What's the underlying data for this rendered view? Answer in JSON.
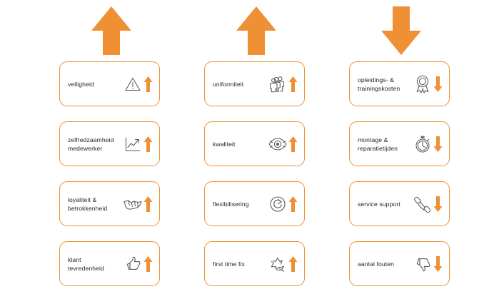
{
  "theme": {
    "accent": "#ef9034",
    "card_border": "#ef9034",
    "card_background": "#ffffff",
    "text": "#231f20",
    "icon_stroke": "#58595b",
    "page_background": "#ffffff"
  },
  "columns": [
    {
      "id": "column-1",
      "header": {
        "icon": "big-arrow-up-icon",
        "direction": "up"
      },
      "cards": [
        {
          "label": "veiligheid",
          "icon": "warning-triangle-icon",
          "trend": "up",
          "trend_icon": "arrow-up-icon"
        },
        {
          "label": "zelfredzaamheid\nmedewerker",
          "icon": "line-chart-icon",
          "trend": "up",
          "trend_icon": "arrow-up-icon"
        },
        {
          "label": "loyaliteit &\nbetrokkenheid",
          "icon": "handshake-icon",
          "trend": "up",
          "trend_icon": "arrow-up-icon"
        },
        {
          "label": "klant\ntevredenheid",
          "icon": "thumbs-up-icon",
          "trend": "up",
          "trend_icon": "arrow-up-icon"
        }
      ]
    },
    {
      "id": "column-2",
      "header": {
        "icon": "big-arrow-up-icon",
        "direction": "up"
      },
      "cards": [
        {
          "label": "uniformiteit",
          "icon": "people-group-icon",
          "trend": "up",
          "trend_icon": "arrow-up-icon"
        },
        {
          "label": "kwaliteit",
          "icon": "eye-icon",
          "trend": "up",
          "trend_icon": "arrow-up-icon"
        },
        {
          "label": "flexibilisering",
          "icon": "refresh-circle-icon",
          "trend": "up",
          "trend_icon": "arrow-up-icon"
        },
        {
          "label": "first time fix",
          "icon": "recycle-arrows-icon",
          "trend": "up",
          "trend_icon": "arrow-up-icon"
        }
      ]
    },
    {
      "id": "column-3",
      "header": {
        "icon": "big-arrow-down-icon",
        "direction": "down"
      },
      "cards": [
        {
          "label": "opleidings- &\ntrainingskosten",
          "icon": "award-ribbon-icon",
          "trend": "down",
          "trend_icon": "arrow-down-icon"
        },
        {
          "label": "montage &\nreparatietijden",
          "icon": "stopwatch-icon",
          "trend": "down",
          "trend_icon": "arrow-down-icon"
        },
        {
          "label": "service support",
          "icon": "phone-handset-icon",
          "trend": "down",
          "trend_icon": "arrow-down-icon"
        },
        {
          "label": "aantal fouten",
          "icon": "thumbs-down-icon",
          "trend": "down",
          "trend_icon": "arrow-down-icon"
        }
      ]
    }
  ]
}
